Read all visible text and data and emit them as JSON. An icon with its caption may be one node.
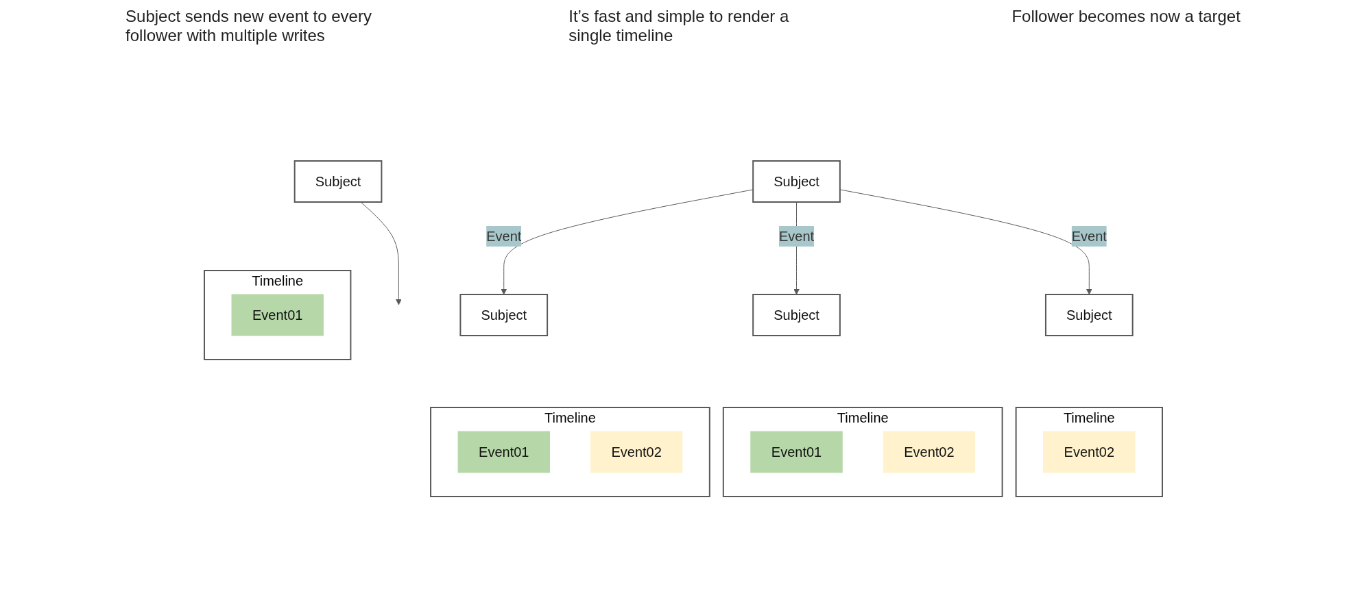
{
  "diagram": {
    "nodes": [
      {
        "text": [
          "Subject"
        ]
      },
      {
        "text": [
          "Subject"
        ]
      },
      {
        "text": [
          "Timeline"
        ]
      },
      {
        "text": [
          "Event01"
        ],
        "in": 2
      },
      {
        "text": [
          "Event02"
        ],
        "in": 2
      },
      {
        "text": [
          "Subject"
        ]
      },
      {
        "text": [
          "Timeline"
        ]
      },
      {
        "text": [
          "Event01"
        ],
        "in": 6
      },
      {
        "text": [
          "Event02"
        ],
        "in": 6
      },
      {
        "text": [
          "Subject"
        ]
      },
      {
        "text": [
          "Timeline"
        ]
      },
      {
        "text": [
          "Event02"
        ],
        "in": 10
      },
      {
        "text": [
          "Subject"
        ]
      },
      {
        "text": [
          "Timeline"
        ]
      },
      {
        "text": [
          "Event01"
        ],
        "in": 13
      }
    ],
    "edges": [
      {
        "from": 0,
        "to": 1,
        "arrow": "to",
        "label": "Event"
      },
      {
        "from": 0,
        "to": 5,
        "arrow": "to",
        "label": "Event"
      },
      {
        "from": 0,
        "to": 9,
        "arrow": "to",
        "label": "Event"
      },
      {
        "from": 12,
        "to": null,
        "arrow": "to"
      }
    ],
    "labels": [
      "Subject sends new event to every follower with multiple writes",
      "It’s fast and simple to render a single timeline",
      "Follower becomes now a target"
    ]
  }
}
